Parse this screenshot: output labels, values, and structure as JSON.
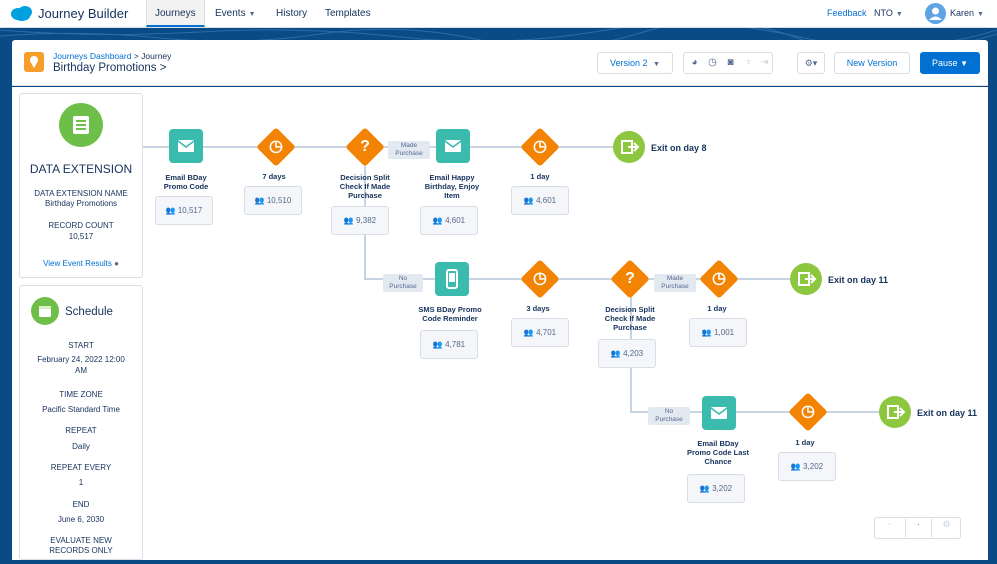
{
  "app": {
    "name": "Journey Builder"
  },
  "nav": {
    "tabs": [
      "Journeys",
      "Events",
      "History",
      "Templates"
    ],
    "feedback": "Feedback",
    "org": "NTO",
    "user": "Karen"
  },
  "header": {
    "breadcrumb_parent": "Journeys Dashboard",
    "breadcrumb_sep": ">",
    "breadcrumb_current": "Journey",
    "title": "Birthday Promotions",
    "title_chevron": ">",
    "version": "Version 2",
    "new_version": "New Version",
    "pause": "Pause"
  },
  "entry": {
    "title": "DATA EXTENSION",
    "name_label": "DATA EXTENSION NAME",
    "name_value": "Birthday Promotions",
    "count_label": "RECORD COUNT",
    "count_value": "10,517",
    "link": "View Event Results"
  },
  "schedule": {
    "title": "Schedule",
    "start_label": "START",
    "start_value_1": "February 24, 2022 12:00",
    "start_value_2": "AM",
    "tz_label": "TIME ZONE",
    "tz_value": "Pacific Standard Time",
    "repeat_label": "REPEAT",
    "repeat_value": "Daily",
    "every_label": "REPEAT EVERY",
    "every_value": "1",
    "end_label": "END",
    "end_value": "June 6, 2030",
    "eval_label_1": "EVALUATE NEW",
    "eval_label_2": "RECORDS ONLY"
  },
  "nodes": {
    "email1": {
      "label_1": "Email BDay",
      "label_2": "Promo Code",
      "count": "10,517"
    },
    "wait1": {
      "label": "7 days",
      "count": "10,510"
    },
    "split1": {
      "label_1": "Decision Split",
      "label_2": "Check If Made",
      "label_3": "Purchase",
      "count": "9,382"
    },
    "email2": {
      "label_1": "Email Happy",
      "label_2": "Birthday, Enjoy",
      "label_3": "Item",
      "count": "4,601"
    },
    "wait2": {
      "label": "1 day",
      "count": "4,601"
    },
    "exit1": {
      "label": "Exit on day 8"
    },
    "sms": {
      "label_1": "SMS BDay Promo",
      "label_2": "Code Reminder",
      "count": "4,781"
    },
    "wait3": {
      "label": "3 days",
      "count": "4,701"
    },
    "split2": {
      "label_1": "Decision Split",
      "label_2": "Check If Made",
      "label_3": "Purchase",
      "count": "4,203"
    },
    "wait4": {
      "label": "1 day",
      "count": "1,001"
    },
    "exit2": {
      "label": "Exit on day 11"
    },
    "email3": {
      "label_1": "Email BDay",
      "label_2": "Promo Code Last",
      "label_3": "Chance",
      "count": "3,202"
    },
    "wait5": {
      "label": "1 day",
      "count": "3,202"
    },
    "exit3": {
      "label": "Exit on day 11"
    }
  },
  "paths": {
    "made_1": "Made",
    "made_2": "Purchase",
    "no_1": "No",
    "no_2": "Purchase"
  },
  "zoom": {
    "minus": "-",
    "dot": "·",
    "gear": "⚙"
  }
}
